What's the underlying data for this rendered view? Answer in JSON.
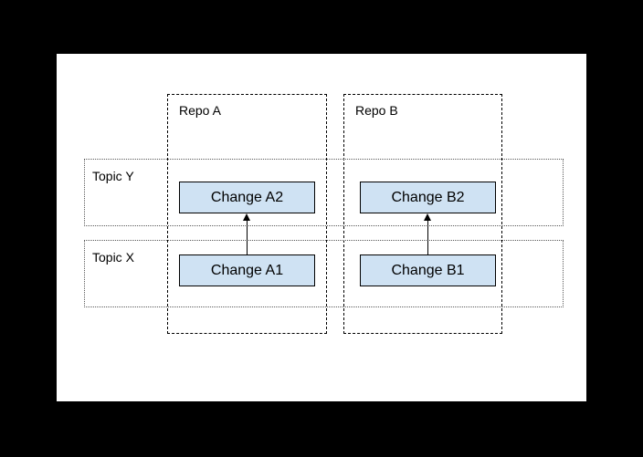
{
  "diagram": {
    "repos": [
      {
        "label": "Repo A"
      },
      {
        "label": "Repo B"
      }
    ],
    "topics": [
      {
        "label": "Topic Y"
      },
      {
        "label": "Topic X"
      }
    ],
    "changes": [
      {
        "label": "Change A2"
      },
      {
        "label": "Change B2"
      },
      {
        "label": "Change A1"
      },
      {
        "label": "Change B1"
      }
    ],
    "arrows": [
      {
        "from": "Change A1",
        "to": "Change A2"
      },
      {
        "from": "Change B1",
        "to": "Change B2"
      }
    ],
    "colors": {
      "page_background": "#000000",
      "canvas": "#ffffff",
      "repo_border": "#000000",
      "topic_border": "#595959",
      "change_fill": "#cfe2f3",
      "change_border": "#000000",
      "arrow": "#000000",
      "text": "#000000"
    }
  }
}
